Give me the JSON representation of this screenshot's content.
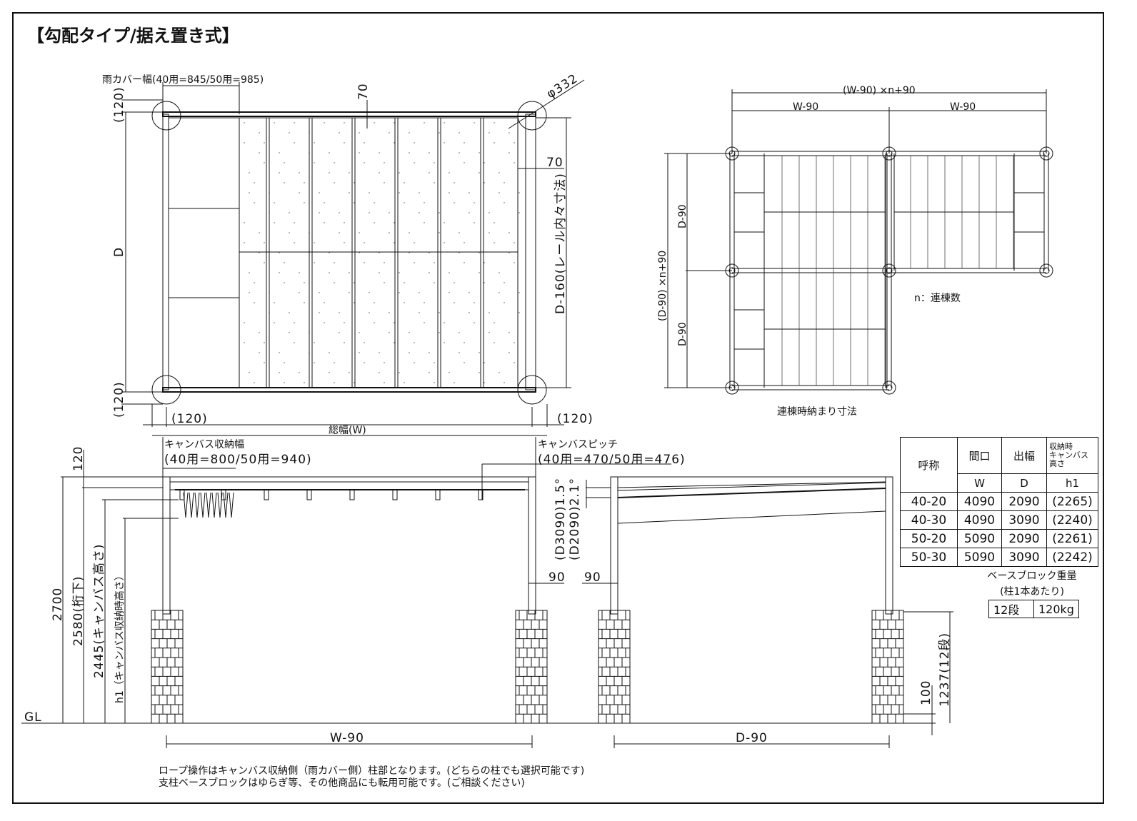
{
  "title": "【勾配タイプ/据え置き式】",
  "plan_view": {
    "rain_cover_width": "雨カバー幅(40用=845/50用=985)",
    "dim_70_top": "70",
    "dim_phi": "φ332",
    "dim_70_right": "70",
    "dim_120_top": "(120)",
    "dim_120_bottom": "(120)",
    "dim_D": "D",
    "dim_rail": "D-160(レール内々寸法)",
    "dim_120_left": "(120)",
    "dim_120_right": "(120)",
    "total_width": "総幅(W)"
  },
  "linked_view": {
    "top_total": "(W-90) ×n+90",
    "w90_a": "W-90",
    "w90_b": "W-90",
    "d_total": "(D-90) ×n+90",
    "d90_a": "D-90",
    "d90_b": "D-90",
    "n_note": "n：連棟数",
    "caption": "連棟時納まり寸法"
  },
  "front_elevation": {
    "canvas_storage_width": "キャンバス収納幅",
    "canvas_storage_values": "(40用=800/50用=940)",
    "canvas_pitch": "キャンバスピッチ",
    "canvas_pitch_values": "(40用=470/50用=476)",
    "dim_120": "120",
    "dim_2700": "2700",
    "dim_2580": "2580(桁下)",
    "dim_2445": "2445(キャンバス高さ)",
    "dim_h1": "h1（キャンバス収納時高さ）",
    "gl": "GL",
    "dim_90": "90",
    "dim_w90": "W-90"
  },
  "side_elevation": {
    "slope_3090": "(D3090)1.5°",
    "slope_2090": "(D2090)2.1°",
    "dim_90": "90",
    "dim_d90": "D-90",
    "dim_100": "100",
    "dim_1237": "1237(12段)"
  },
  "spec_table": {
    "headers": [
      "呼称",
      "間口",
      "出幅",
      "収納時\nキャンバス\n高さ"
    ],
    "sub_headers": [
      "W",
      "D",
      "h1"
    ],
    "rows": [
      [
        "40-20",
        "4090",
        "2090",
        "(2265)"
      ],
      [
        "40-30",
        "4090",
        "3090",
        "(2240)"
      ],
      [
        "50-20",
        "5090",
        "2090",
        "(2261)"
      ],
      [
        "50-30",
        "5090",
        "3090",
        "(2242)"
      ]
    ]
  },
  "base_block": {
    "title": "ベースブロック重量",
    "subtitle": "(柱1本あたり)",
    "steps": "12段",
    "weight": "120kg"
  },
  "notes": [
    "ロープ操作はキャンバス収納側（雨カバー側）柱部となります。(どちらの柱でも選択可能です)",
    "支柱ベースブロックはゆらぎ等、その他商品にも転用可能です。(ご相談ください)"
  ]
}
